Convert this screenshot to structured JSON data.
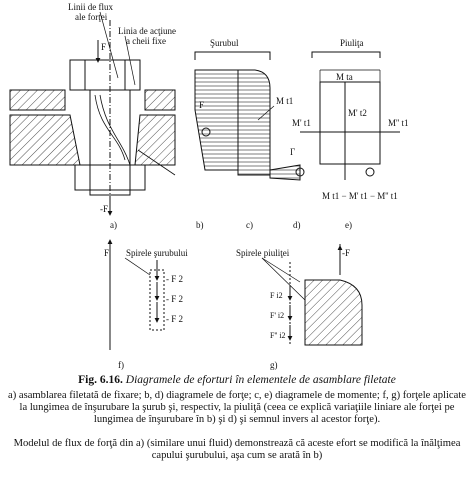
{
  "figure": {
    "top_labels": {
      "flux_lines": "Linii de flux",
      "flux_lines_2": "ale forţei",
      "action_line": "Linia de acţiune",
      "action_line_2": "a cheii fixe",
      "bolt": "Şurubul",
      "nut": "Piuliţa"
    },
    "sub_labels": [
      "a)",
      "b)",
      "c)",
      "d)",
      "e)",
      "f)",
      "g)"
    ],
    "force_F": "F",
    "force_minus_F": "-F",
    "moment_Mt1": "M t1",
    "moment_Mta": "M ta",
    "moment_Mt2": "M' t2",
    "moment_Mt1_prime": "M' t1",
    "moment_Mt1_second": "M'' t1",
    "moment_relation": "M t1 − M' t1 − M'' t1",
    "gamma_label": "Γ",
    "bolt_spires": "Spirele şurubului",
    "nut_spires": "Spirele piuliţei",
    "minus_F2": "- F 2",
    "F_i2": "F i2",
    "F_prime_i2": "F' i2",
    "F_second_i2": "F'' i2"
  },
  "caption": {
    "fig_number": "Fig. 6.16.",
    "fig_title": "Diagramele de eforturi în elementele de asamblare filetate",
    "body": "a) asamblarea filetată de fixare; b, d) diagramele de forţe; c, e) diagramele de momente; f, g) forţele aplicate la lungimea de înşurubare la şurub şi, respectiv, la piuliţă (ceea ce explică variaţiile liniare ale forţei pe lungimea de înşurubare în b) şi d) şi semnul invers al acestor forţe).",
    "note": "Modelul de flux de forţă din a) (similare unui fluid) demonstrează că aceste efort se modifică la înălţimea capului şurubului, aşa cum se arată în b)"
  }
}
